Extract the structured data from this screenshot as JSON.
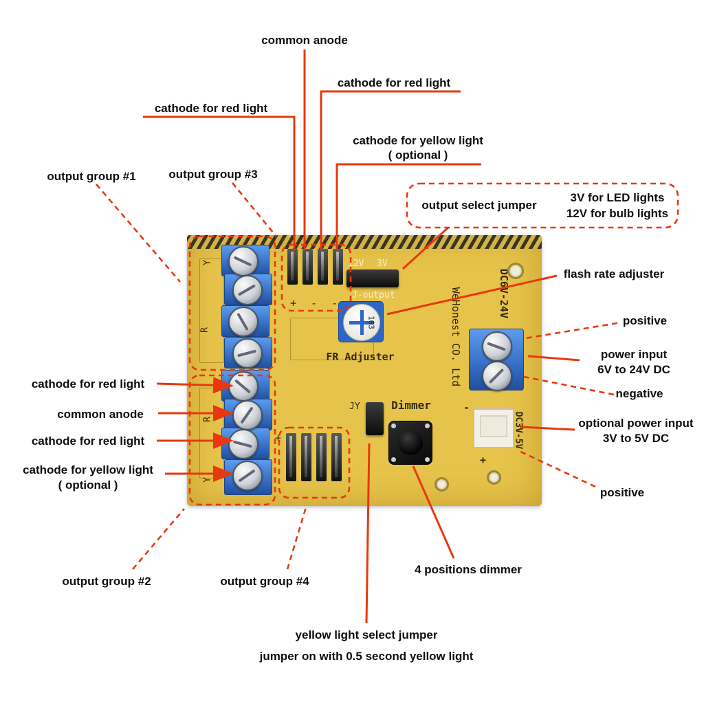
{
  "annotations": {
    "common_anode_top": "common anode",
    "cathode_red_top_right": "cathode for red light",
    "cathode_red_top_left": "cathode for red light",
    "cathode_yellow_top_1": "cathode for yellow light",
    "cathode_yellow_top_2": "( optional )",
    "output_group_1": "output group #1",
    "output_group_3": "output group #3",
    "output_select_jumper": "output select jumper",
    "voltage_note_1": "3V for LED lights",
    "voltage_note_2": "12V for bulb lights",
    "flash_rate_adjuster": "flash rate adjuster",
    "positive_top": "positive",
    "power_input_1": "power input",
    "power_input_2": "6V to 24V DC",
    "negative": "negative",
    "optional_power_1": "optional power input",
    "optional_power_2": "3V to 5V DC",
    "positive_bottom": "positive",
    "dimmer": "4 positions dimmer",
    "yellow_jumper_1": "yellow light select jumper",
    "yellow_jumper_2": "jumper on with 0.5 second yellow light",
    "output_group_2": "output group #2",
    "output_group_4": "output group #4",
    "cathode_red_side_1": "cathode for red light",
    "common_anode_side": "common anode",
    "cathode_red_side_2": "cathode for red light",
    "cathode_yellow_side_1": "cathode for yellow light",
    "cathode_yellow_side_2": "( optional )"
  },
  "silkscreen": {
    "v12": "12V",
    "v3": "3V",
    "j_output": "J-output",
    "fr_adjuster": "FR Adjuster",
    "pot_code": "103",
    "jy": "JY",
    "dimmer": "Dimmer",
    "dc_range_main": "DC6V-24V",
    "brand": "WeHonest CO. Ltd",
    "dc_range_aux": "DC3V-5V",
    "y_top": "Y",
    "r_top": "R",
    "r_bottom": "R",
    "y_bottom": "Y",
    "header_marks_top": "+ - -",
    "header_marks_bottom": "+",
    "aux_minus": "-",
    "aux_plus": "+"
  },
  "colors": {
    "annotation_red": "#e8380d",
    "board_yellow": "#e6c34a",
    "terminal_blue": "#3273cd"
  }
}
